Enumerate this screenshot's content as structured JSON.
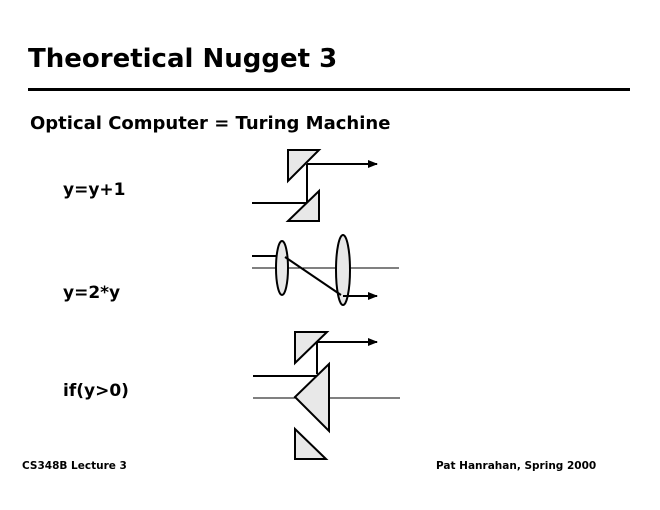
{
  "title": "Theoretical Nugget 3",
  "subtitle": "Optical Computer = Turing Machine",
  "operations": [
    {
      "label": "y=y+1"
    },
    {
      "label": "y=2*y"
    },
    {
      "label": "if(y>0)"
    }
  ],
  "footer": {
    "left": "CS348B Lecture 3",
    "right": "Pat Hanrahan, Spring 2000"
  },
  "colors": {
    "prism_fill": "#e8e8e8"
  }
}
